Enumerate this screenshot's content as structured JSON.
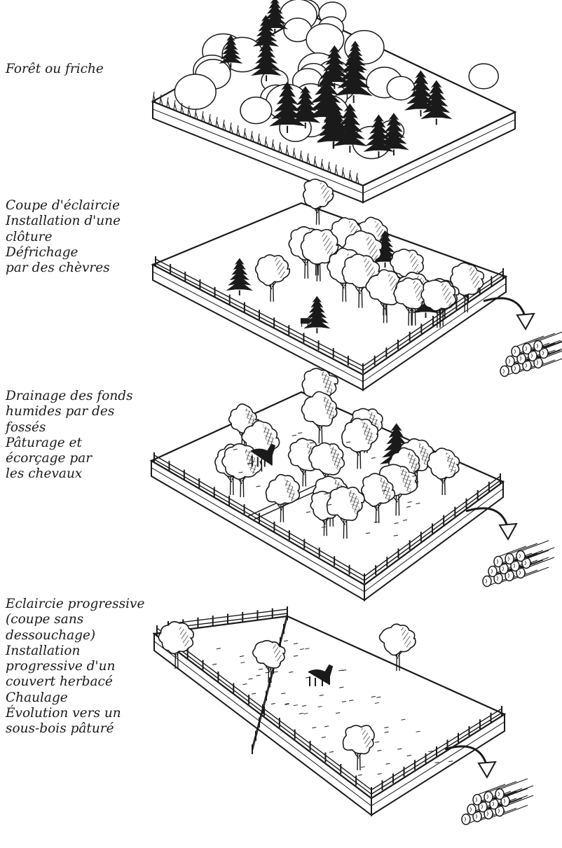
{
  "stages": [
    {
      "lines": [
        "Forêt ou friche"
      ]
    },
    {
      "lines": [
        "Coupe d'éclaircie",
        "Installation d'une",
        "clôture",
        "Défrichage",
        "par des chèvres"
      ]
    },
    {
      "lines": [
        "Drainage des fonds",
        "humides par des",
        "fossés",
        "Pâturage et",
        "écorçage par",
        "les chevaux"
      ]
    },
    {
      "lines": [
        "Eclaircie progressive",
        "(coupe sans",
        "dessouchage)",
        "Installation",
        "progressive d'un",
        "couvert herbacé",
        "Chaulage",
        "Évolution vers un",
        "sous-bois pâturé"
      ]
    }
  ],
  "colors": {
    "ink": "#1a1a1a",
    "paper": "#ffffff"
  }
}
